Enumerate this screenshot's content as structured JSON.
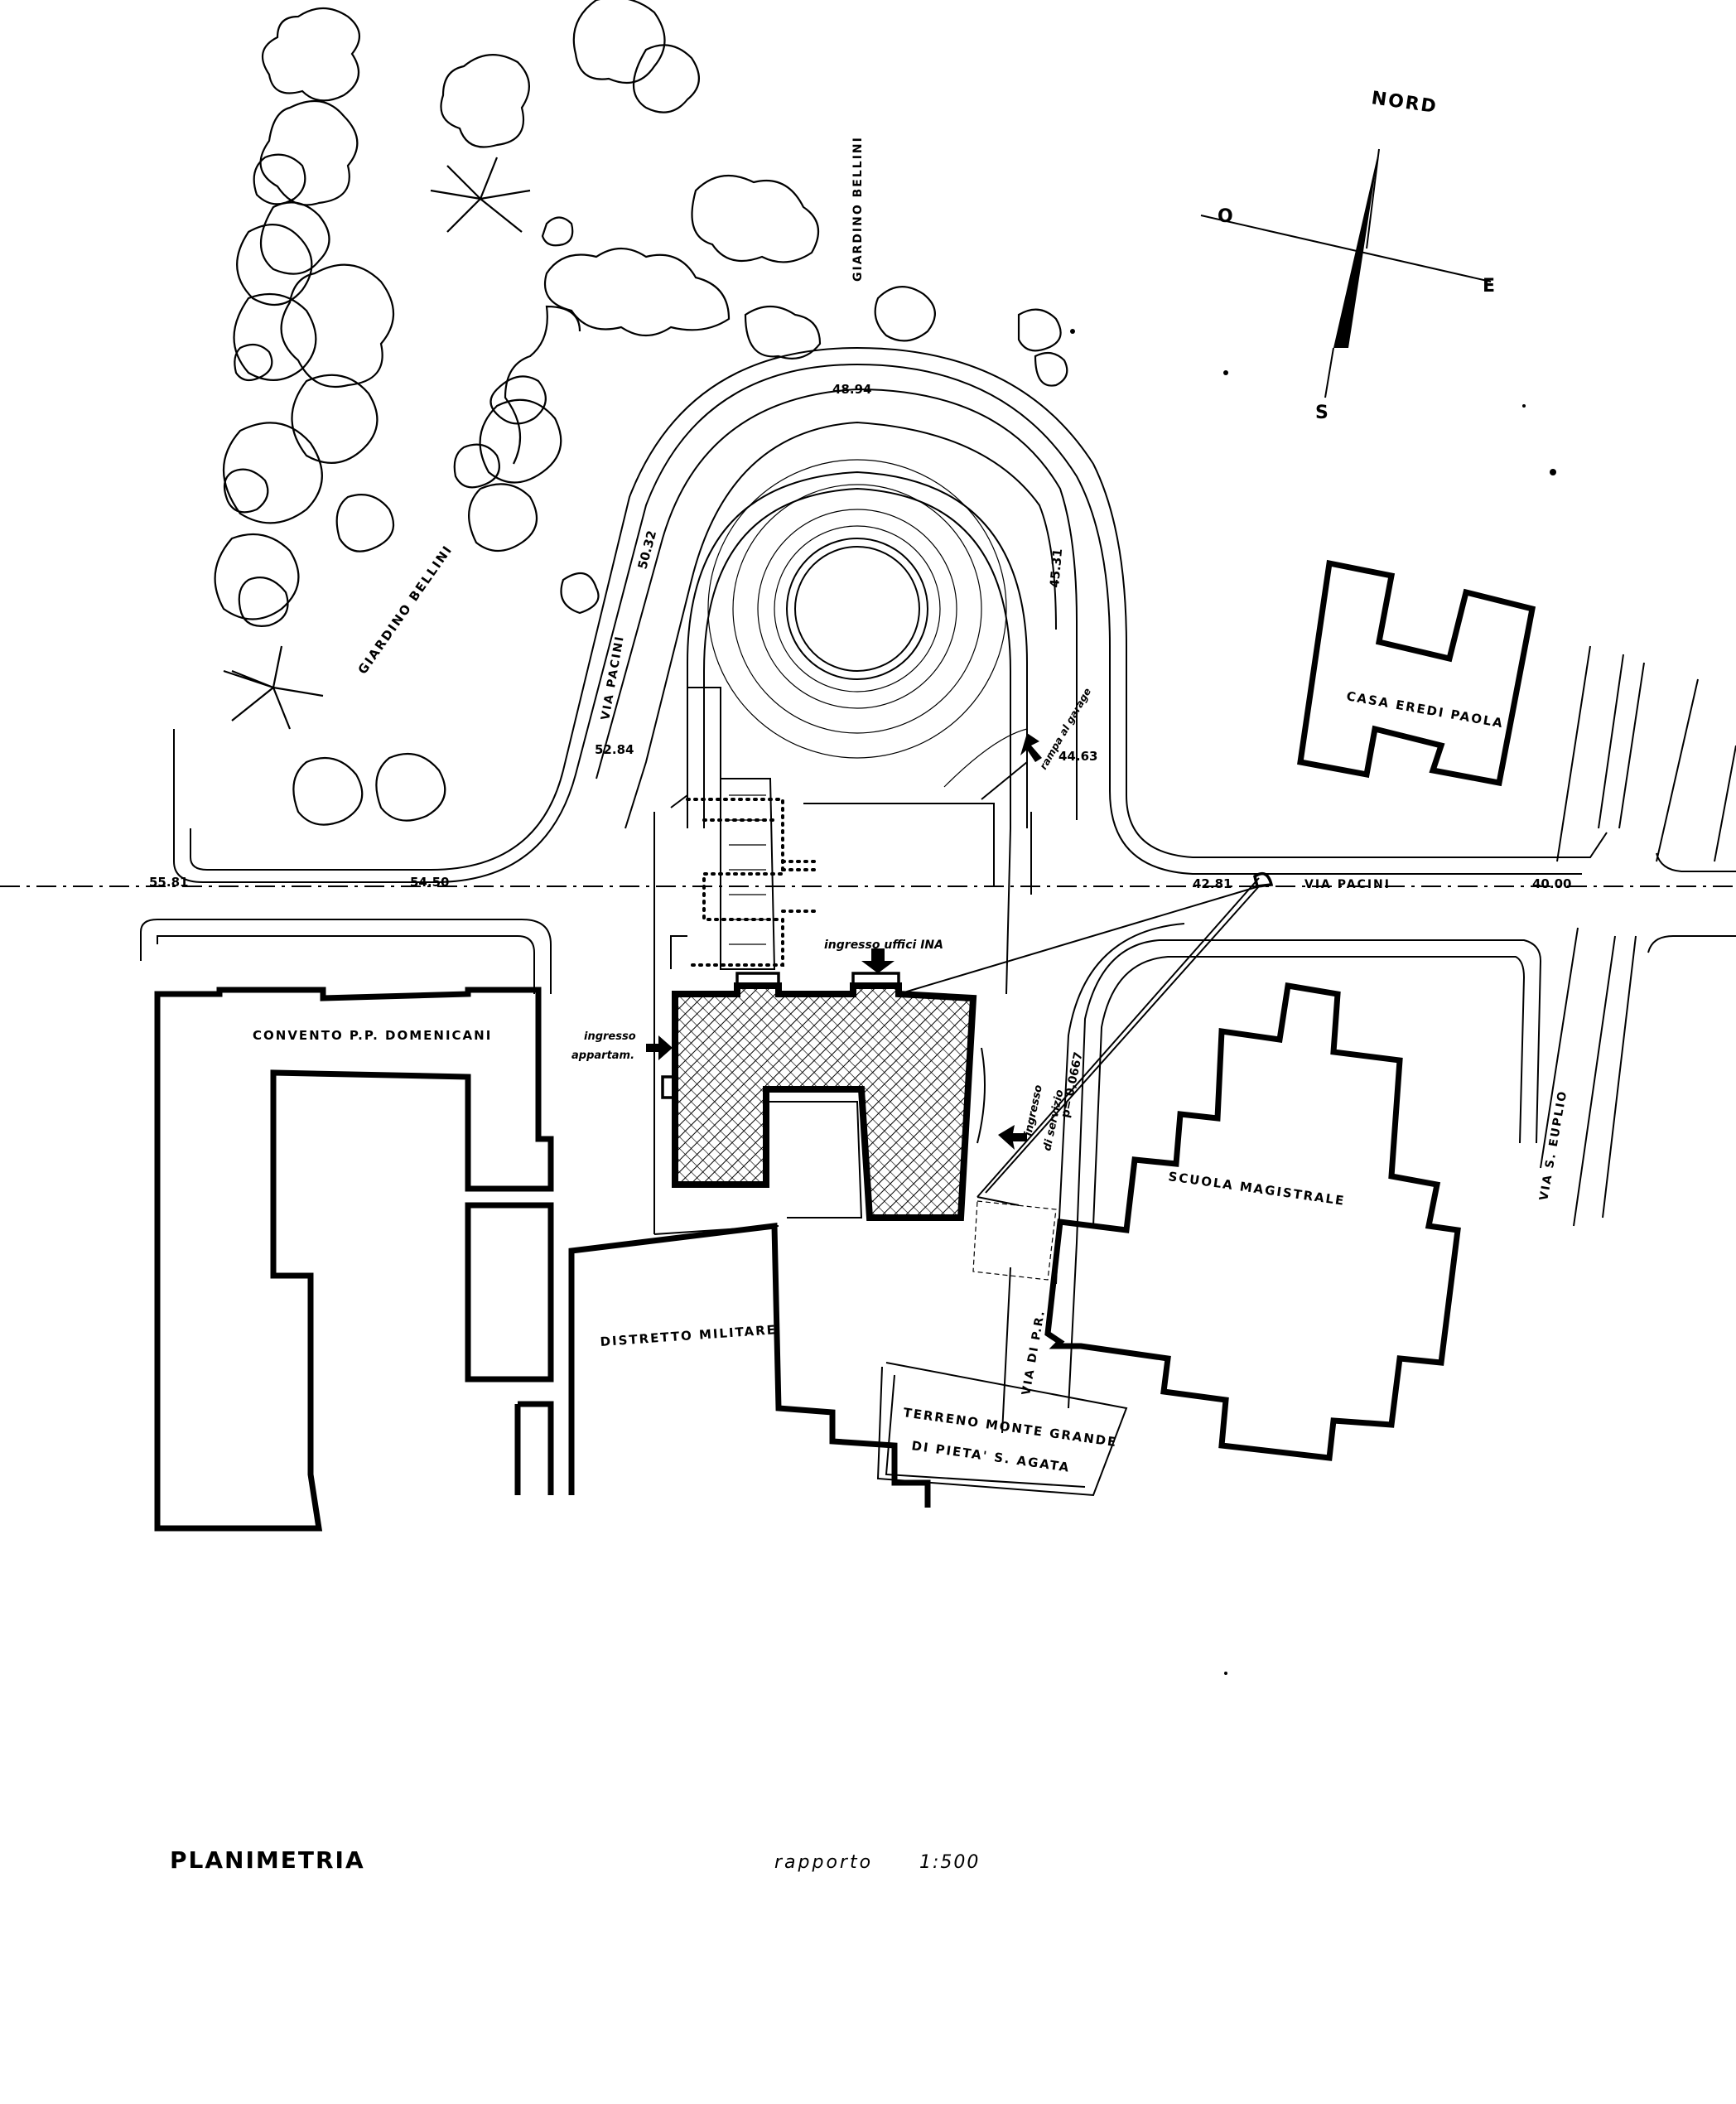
{
  "title": "PLANIMETRIA",
  "scale_label": "rapporto",
  "scale_value": "1:500",
  "compass": {
    "north": "NORD",
    "south": "S",
    "east": "E",
    "west": "O"
  },
  "labels": {
    "giardino_bellini_1": "GIARDINO BELLINI",
    "giardino_bellini_2": "GIARDINO BELLINI",
    "via_pacini_curve": "VIA PACINI",
    "via_pacini": "VIA PACINI",
    "via_s_euplio": "VIA S. EUPLIO",
    "via_di_p_r": "VIA DI P.R.",
    "casa_eredi_paola": "CASA EREDI PAOLA",
    "convento": "CONVENTO P.P. DOMENICANI",
    "scuola_magistrale": "SCUOLA MAGISTRALE",
    "distretto_militare": "DISTRETTO MILITARE",
    "terreno_line1": "TERRENO MONTE GRANDE",
    "terreno_line2": "DI PIETA' S. AGATA",
    "ingresso_uffici": "ingresso uffici INA",
    "ingresso_appartam_1": "ingresso",
    "ingresso_appartam_2": "appartam.",
    "ingresso_servizio_1": "ingresso",
    "ingresso_servizio_2": "di servizio",
    "rampa_garage": "rampa al garage",
    "pendenza": "p= 0,0667"
  },
  "elevations": {
    "e1": "48.94",
    "e2": "50.32",
    "e3": "45.31",
    "e4": "52.84",
    "e5": "44.63",
    "e6": "55.81",
    "e7": "54.50",
    "e8": "42.81",
    "e9": "40.00"
  }
}
